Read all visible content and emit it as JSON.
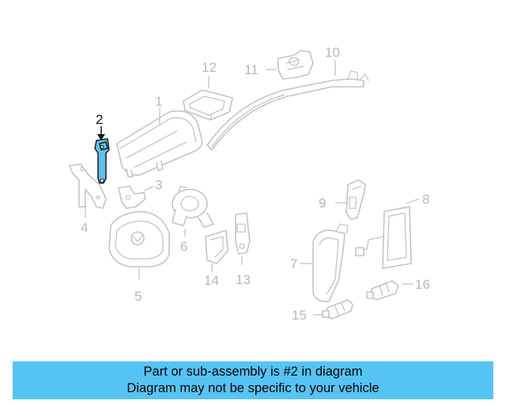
{
  "diagram": {
    "labels": [
      "1",
      "2",
      "3",
      "4",
      "5",
      "6",
      "7",
      "8",
      "9",
      "10",
      "11",
      "12",
      "13",
      "14",
      "15",
      "16"
    ],
    "highlighted_label": "2",
    "highlight_color": "#5cc2ee"
  },
  "caption": {
    "line1": "Part or sub-assembly is #2 in diagram",
    "line2": "Diagram may not be specific to your vehicle",
    "background_color": "#55c4f5"
  }
}
